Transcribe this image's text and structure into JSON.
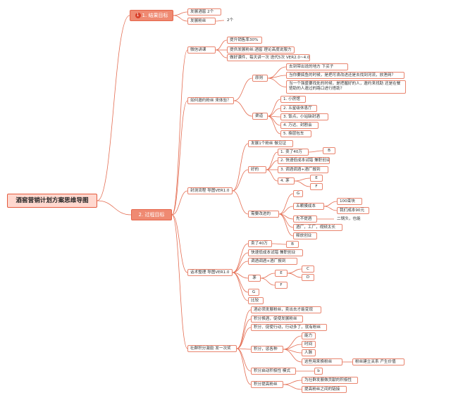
{
  "root": "酒窖营销计划方案思维导图",
  "branch1": {
    "label": "1. 结果目标",
    "badge": "1",
    "items": [
      "发展酒窖 2个",
      "发展粉丝"
    ],
    "fans_value": "2个"
  },
  "branch2": {
    "label": "2. 过程目标",
    "weixin": {
      "label": "微信讲课",
      "items": [
        "提升销售率30%",
        "提供发展粉丝:酒窖 理论高度说服力",
        "做好课件，每天讲一次 迭代5次 VER2.0~4.0"
      ]
    },
    "invite": {
      "label": "如何邀约粉丝 来体验？",
      "principle": {
        "label": "原则",
        "items": [
          "去到带出说的地方 下买子",
          "当你要搞鱼的时候，是把可浪改进还是去找到河流，放渔网？",
          "当一个强盛要找处的时候，是把握好的人，邀约来找助 还是在餐馆助的人邀过的路口进行搭助？"
        ]
      },
      "channel": {
        "label": "渠道",
        "items": [
          "1. 小房馆",
          "2. 五星级休息厅",
          "3. 饭点，小站缺封酒",
          "4. 万达、封剧会",
          "5. 換层包车"
        ]
      }
    },
    "tasting": {
      "label": "封测流程 导图VER1.0",
      "top": "发展1个粉丝 做见证",
      "good": {
        "label": "好的",
        "items": [
          "1. 卖了40万",
          "2. 快速低成本试错 兼职创业",
          "3. 调酒调酒+酒厂报到",
          "4. 茅"
        ],
        "b": "B",
        "e": "E",
        "f": "F"
      },
      "improve": {
        "label": "需要改进的",
        "g": "G",
        "five": "五颗摸成本",
        "hundred": "100束块",
        "reduce": "我们成本90元",
        "first": "先不提酒",
        "second": "二锅头，也能",
        "line3": "酒厂，工厂，视频太长",
        "line4": "释放创业"
      }
    },
    "speech": {
      "label": "话术整理 导图VER1.0",
      "items": [
        "卖了40万",
        "快速低成本试错 兼职创业",
        "调酒调酒+酒厂报到",
        "茅",
        "G",
        "比较"
      ],
      "b": "B",
      "e": "E",
      "f": "F",
      "c": "C",
      "d": "D"
    },
    "points": {
      "label": "社群积分激励 发一次奖",
      "items": [
        "酒必须发展粉丝，卖出去才能变现",
        "积分换酒，促使发展粉丝",
        "积分、促使行动，行动多了，就有粉丝"
      ],
      "kinds": {
        "label": "积分，惩各种",
        "items": [
          "能力",
          "时间",
          "人脉",
          "这些用来换粉丝"
        ],
        "note": "粉丝建立关系 产生价值"
      },
      "mode": {
        "label": "积分启动积极性 模式",
        "b": "b"
      },
      "fanpts": {
        "label": "积分提高粉丝",
        "items": [
          "为社群发展做贡献的积极性",
          "提高粉丝之间的链接"
        ]
      }
    }
  }
}
